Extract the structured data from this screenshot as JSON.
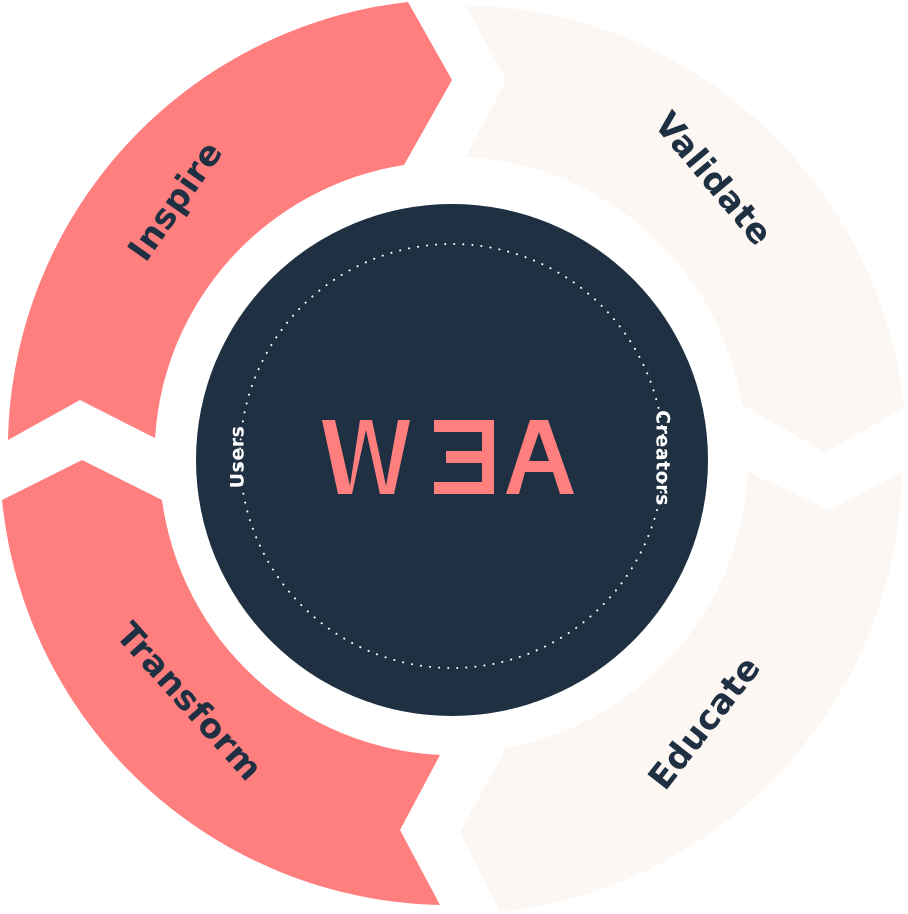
{
  "colors": {
    "coral": "#FF7E7E",
    "cream": "#FCF7F2",
    "navy": "#1F3043",
    "white": "#FFFFFF"
  },
  "segments": {
    "inspire": {
      "label": "Inspire"
    },
    "validate": {
      "label": "Validate"
    },
    "educate": {
      "label": "Educate"
    },
    "transform": {
      "label": "Transform"
    }
  },
  "center": {
    "logo": "WEA",
    "left_label": "Users",
    "right_label": "Creators"
  }
}
